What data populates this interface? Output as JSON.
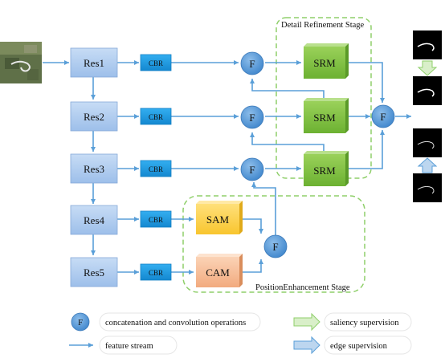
{
  "stages": {
    "detail_refinement": "Detail Refinement Stage",
    "position_enhancement": "PositionEnhancement Stage"
  },
  "backbone": [
    "Res1",
    "Res2",
    "Res3",
    "Res4",
    "Res5"
  ],
  "cbr_label": "CBR",
  "fusion_label": "F",
  "srm_label": "SRM",
  "sam_label": "SAM",
  "cam_label": "CAM",
  "legend": {
    "concat": "concatenation and convolution operations",
    "feature_stream": "feature stream",
    "saliency": "saliency supervision",
    "edge": "edge supervision"
  },
  "colors": {
    "res": "#a9c8ee",
    "cbr": "#1f9be0",
    "fusion": "#5b9bd5",
    "srm": "#7fc040",
    "sam": "#ffd24a",
    "cam": "#f6c09b",
    "arrow": "#5a9fd8",
    "dashed": "#8fcf6a"
  }
}
